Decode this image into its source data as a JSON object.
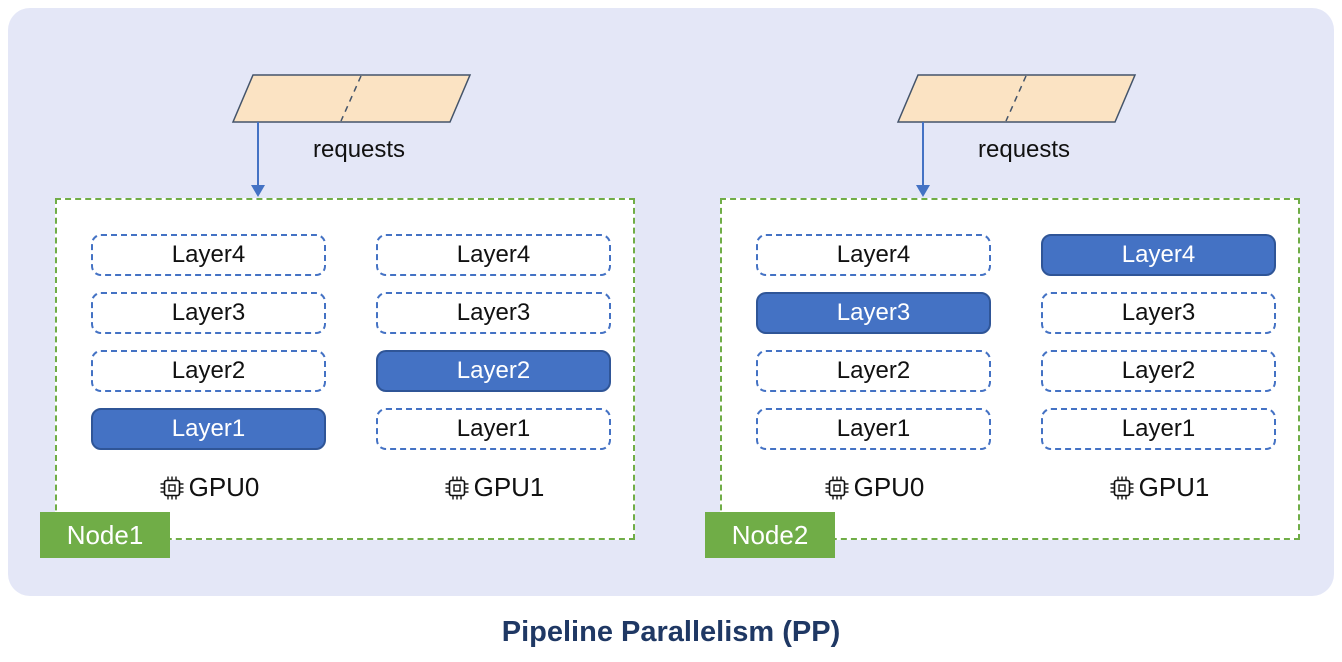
{
  "title": "Pipeline Parallelism (PP)",
  "nodes": [
    {
      "label": "Node1",
      "requests_label": "requests",
      "gpus": [
        {
          "label": "GPU0",
          "layers": [
            {
              "label": "Layer4",
              "active": false
            },
            {
              "label": "Layer3",
              "active": false
            },
            {
              "label": "Layer2",
              "active": false
            },
            {
              "label": "Layer1",
              "active": true
            }
          ]
        },
        {
          "label": "GPU1",
          "layers": [
            {
              "label": "Layer4",
              "active": false
            },
            {
              "label": "Layer3",
              "active": false
            },
            {
              "label": "Layer2",
              "active": true
            },
            {
              "label": "Layer1",
              "active": false
            }
          ]
        }
      ]
    },
    {
      "label": "Node2",
      "requests_label": "requests",
      "gpus": [
        {
          "label": "GPU0",
          "layers": [
            {
              "label": "Layer4",
              "active": false
            },
            {
              "label": "Layer3",
              "active": true
            },
            {
              "label": "Layer2",
              "active": false
            },
            {
              "label": "Layer1",
              "active": false
            }
          ]
        },
        {
          "label": "GPU1",
          "layers": [
            {
              "label": "Layer4",
              "active": true
            },
            {
              "label": "Layer3",
              "active": false
            },
            {
              "label": "Layer2",
              "active": false
            },
            {
              "label": "Layer1",
              "active": false
            }
          ]
        }
      ]
    }
  ],
  "colors": {
    "active_layer": "#4472C4",
    "layer_border": "#4472C4",
    "node_border": "#70AD47",
    "node_badge": "#70AD47",
    "panel_background": "#E4E7F7",
    "request_fill": "#FBE3C3",
    "request_border": "#44546A",
    "arrow": "#4472C4",
    "title_text": "#1F3864"
  }
}
